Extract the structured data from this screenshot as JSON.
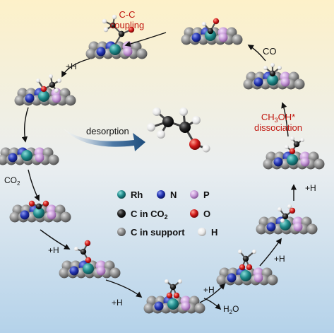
{
  "labels": {
    "cc_coupling_1": "C-C",
    "cc_coupling_2": "coupling",
    "co": "CO",
    "h_top": "+H",
    "desorption": "desorption",
    "ch3oh_1": "CH",
    "ch3oh_2": "3",
    "ch3oh_3": "OH*",
    "ch3oh_4": "dissociation",
    "co2_main": "CO",
    "co2_sub": "2",
    "h_right_upper": "+H",
    "h_right_lower": "+H",
    "h_left_lower": "+H",
    "h_bottom_left": "+H",
    "h_bottom_right": "+H",
    "h2o_main": "H",
    "h2o_sub": "2",
    "h2o_end": "O"
  },
  "legend": {
    "rh": "Rh",
    "n": "N",
    "p": "P",
    "c_co2_main": "C in CO",
    "c_co2_sub": "2",
    "o": "O",
    "c_support": "C in support",
    "h": "H"
  },
  "colors": {
    "rh": "#1f8a8a",
    "n": "#2233b0",
    "p": "#c79bd8",
    "c_co2": "#1a1a1a",
    "o": "#d01818",
    "c_support": "#8a8a8a",
    "h": "#f2f2f2",
    "red_text": "#c0140c"
  }
}
